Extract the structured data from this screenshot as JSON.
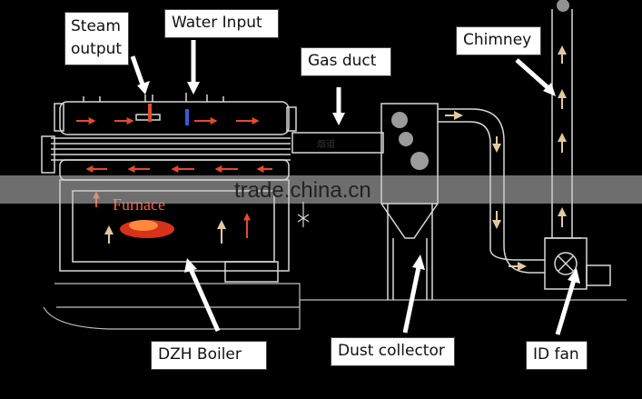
{
  "labels": {
    "steam_output": "Steam output",
    "water_input": "Water Input",
    "gas_duct": "Gas duct",
    "chimney": "Chimney",
    "dzh_boiler": "DZH Boiler",
    "dust_collector": "Dust collector",
    "id_fan": "ID fan"
  },
  "inner_text": {
    "furnace": "Furnace",
    "duct_marking": "烟道"
  },
  "watermark": "trade.china.cn",
  "colors": {
    "background": "#000000",
    "line": "#d8d8d8",
    "flow_arrow": "#e64a2e",
    "fire": "#ff3b1f",
    "label_bg": "#ffffff",
    "pointer": "#ffffff"
  }
}
